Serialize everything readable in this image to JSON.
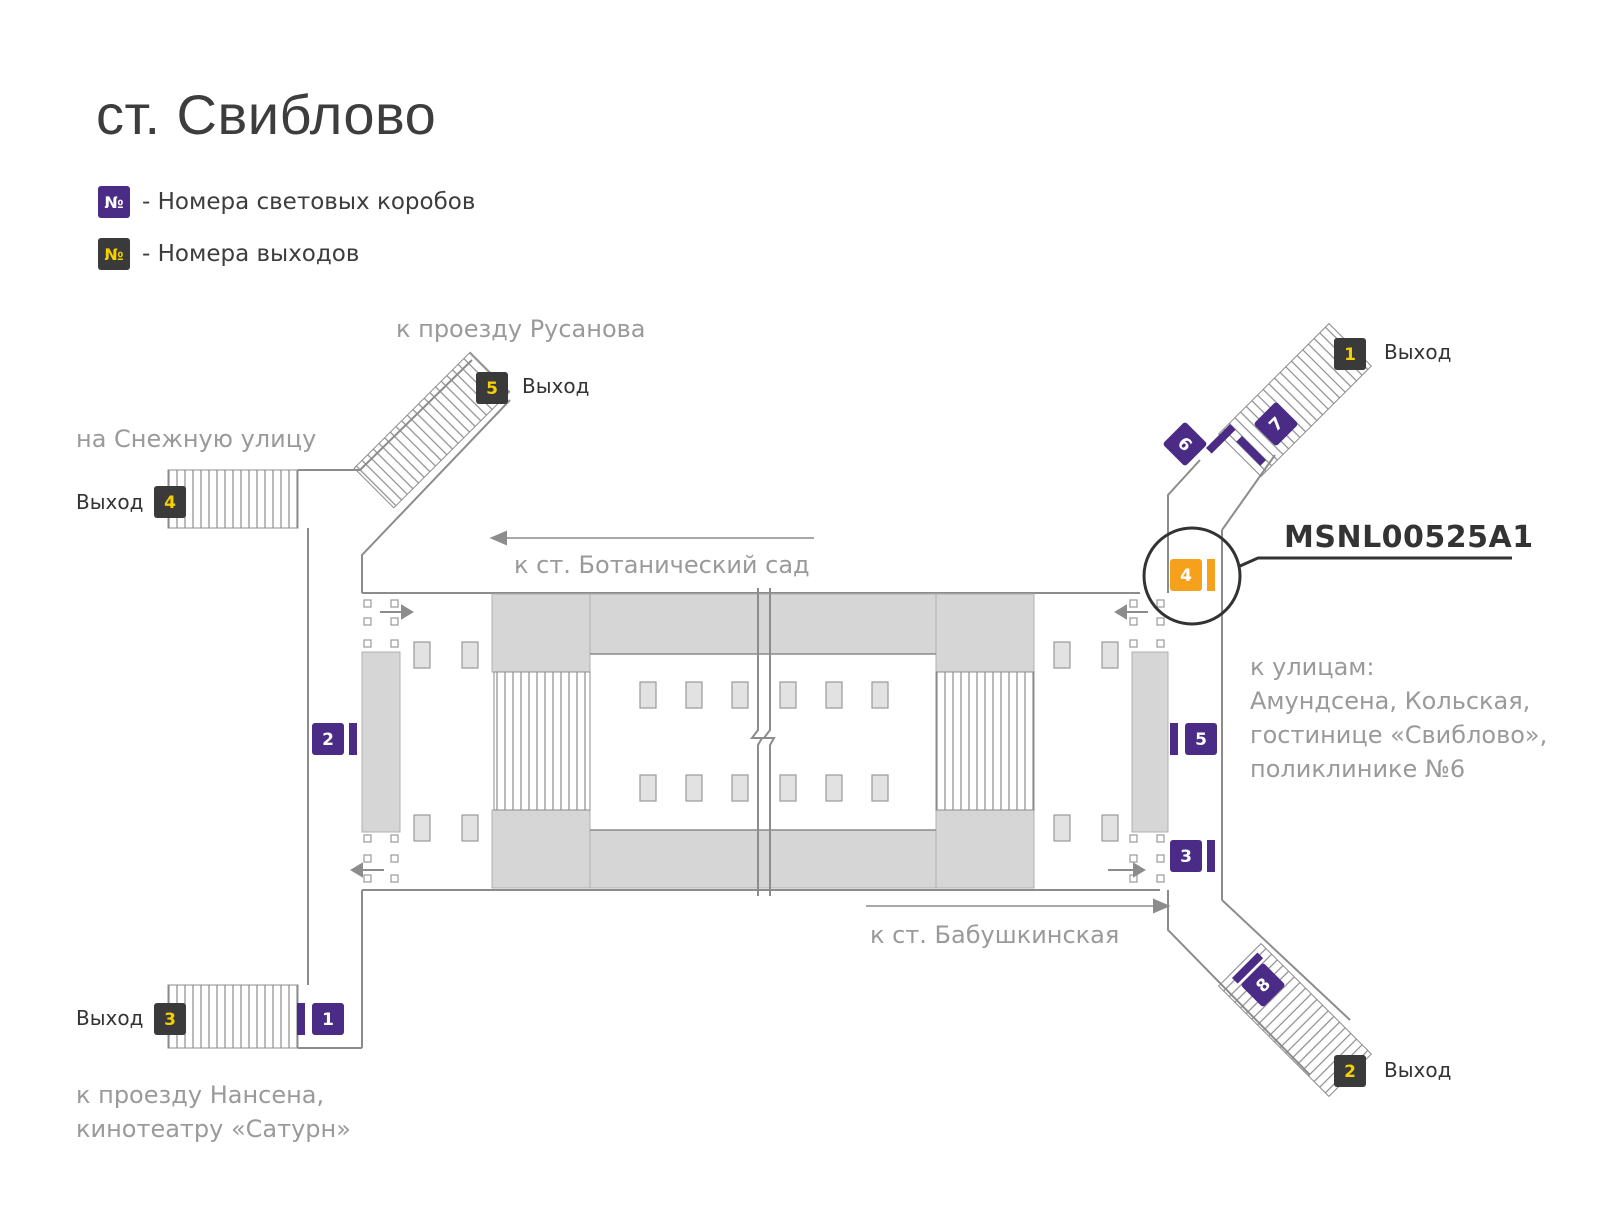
{
  "title": "ст. Свиблово",
  "legend": [
    {
      "symbol": "№",
      "color": "#4a2b86",
      "text_color": "#ffffff",
      "text": "- Номера световых коробов"
    },
    {
      "symbol": "№",
      "color": "#3a3a3a",
      "text_color": "#f4d000",
      "text": "- Номера выходов"
    }
  ],
  "directions": {
    "rusanova": "к проезду Русанова",
    "snezhnaya": "на Снежную улицу",
    "botanical": "к ст. Ботанический сад",
    "babushkinskaya": "к ст. Бабушкинская",
    "streets_1": "к улицам:",
    "streets_2": "Амундсена, Кольская,",
    "streets_3": "гостинице «Свиблово»,",
    "streets_4": "поликлинике №6",
    "nansen_1": "к проезду Нансена,",
    "nansen_2": "кинотеатру «Сатурн»"
  },
  "exit_word": "Выход",
  "exits": [
    "1",
    "2",
    "3",
    "4",
    "5"
  ],
  "lightboxes": [
    "1",
    "2",
    "3",
    "4",
    "5",
    "6",
    "7",
    "8"
  ],
  "callout_code": "MSNL00525A1",
  "colors": {
    "lightbox": "#4a2b86",
    "exit_box": "#3a3a3a",
    "exit_number": "#f4d000",
    "highlight": "#f5a11c",
    "platform": "#d6d6d6",
    "outline": "#8c8c8c"
  }
}
